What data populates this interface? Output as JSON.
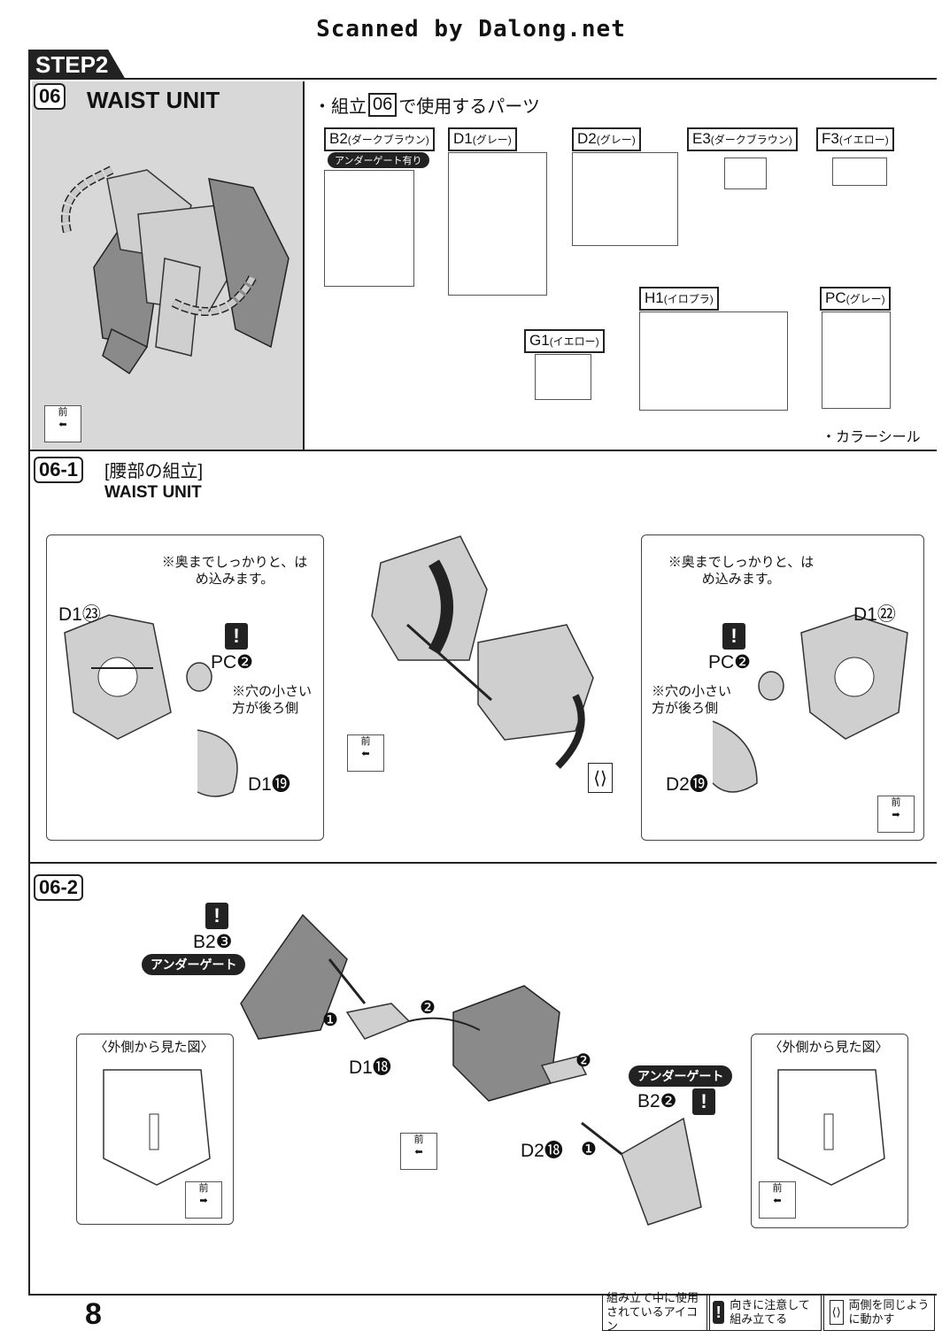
{
  "header": {
    "scanned_by": "Scanned by Dalong.net"
  },
  "step": {
    "label": "STEP2"
  },
  "section06": {
    "number": "06",
    "title": "WAIST UNIT",
    "parts_heading_pre": "・組立",
    "parts_heading_num": "06",
    "parts_heading_post": "で使用するパーツ",
    "front_label": "前",
    "runners": [
      {
        "id": "B2",
        "color": "(ダークブラウン)",
        "note": "アンダーゲート有り"
      },
      {
        "id": "D1",
        "color": "(グレー)"
      },
      {
        "id": "D2",
        "color": "(グレー)"
      },
      {
        "id": "E3",
        "color": "(ダークブラウン)"
      },
      {
        "id": "F3",
        "color": "(イエロー)"
      },
      {
        "id": "G1",
        "color": "(イエロー)"
      },
      {
        "id": "H1",
        "color": "(イロプラ)"
      },
      {
        "id": "PC",
        "color": "(グレー)"
      }
    ],
    "color_seal": "・カラーシール"
  },
  "section06_1": {
    "number": "06-1",
    "title_jp": "[腰部の組立]",
    "title_en": "WAIST UNIT",
    "left": {
      "note_top": "※奥までしっかりと、はめ込みます。",
      "part_top": "D1㉓",
      "pc": "PC❷",
      "note_hole": "※穴の小さい方が後ろ側",
      "part_bottom": "D1⓳"
    },
    "right": {
      "note_top": "※奥までしっかりと、はめ込みます。",
      "part_top": "D1㉒",
      "pc": "PC❷",
      "note_hole": "※穴の小さい方が後ろ側",
      "part_bottom": "D2⓳"
    },
    "front_label": "前"
  },
  "section06_2": {
    "number": "06-2",
    "top_part": "B2❸",
    "under_gate": "アンダーゲート",
    "step1": "❶",
    "step2": "❷",
    "part_d1": "D1⓲",
    "part_d2": "D2⓲",
    "right_part": "B2❷",
    "outside_view": "〈外側から見た図〉",
    "front_label": "前"
  },
  "footer": {
    "page_number": "8",
    "legend_title": "組み立て中に使用されているアイコン",
    "legend_caution": "向きに注意して組み立てる",
    "legend_both": "両側を同じように動かす"
  }
}
